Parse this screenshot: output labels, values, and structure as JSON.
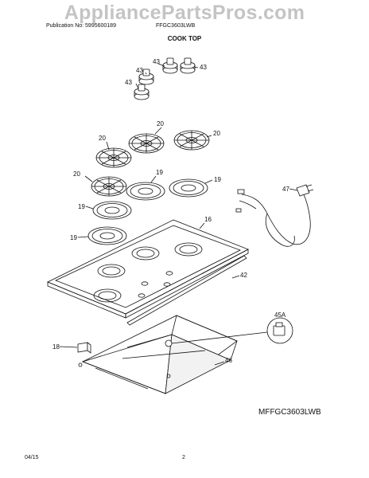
{
  "header": {
    "watermark": "AppliancePartsPros.com",
    "publication": "Publication No: 5995600189",
    "model": "FFGC3603LWB",
    "section_title": "COOK TOP"
  },
  "callouts": {
    "knob": "43",
    "grate": "20",
    "drip_pan": "19",
    "cooktop": "16",
    "cord": "47",
    "trim": "42",
    "valve": "45A",
    "bracket": "18",
    "burner_box": "46"
  },
  "footer": {
    "model_ref": "MFFGC3603LWB",
    "date": "04/15",
    "page": "2"
  }
}
